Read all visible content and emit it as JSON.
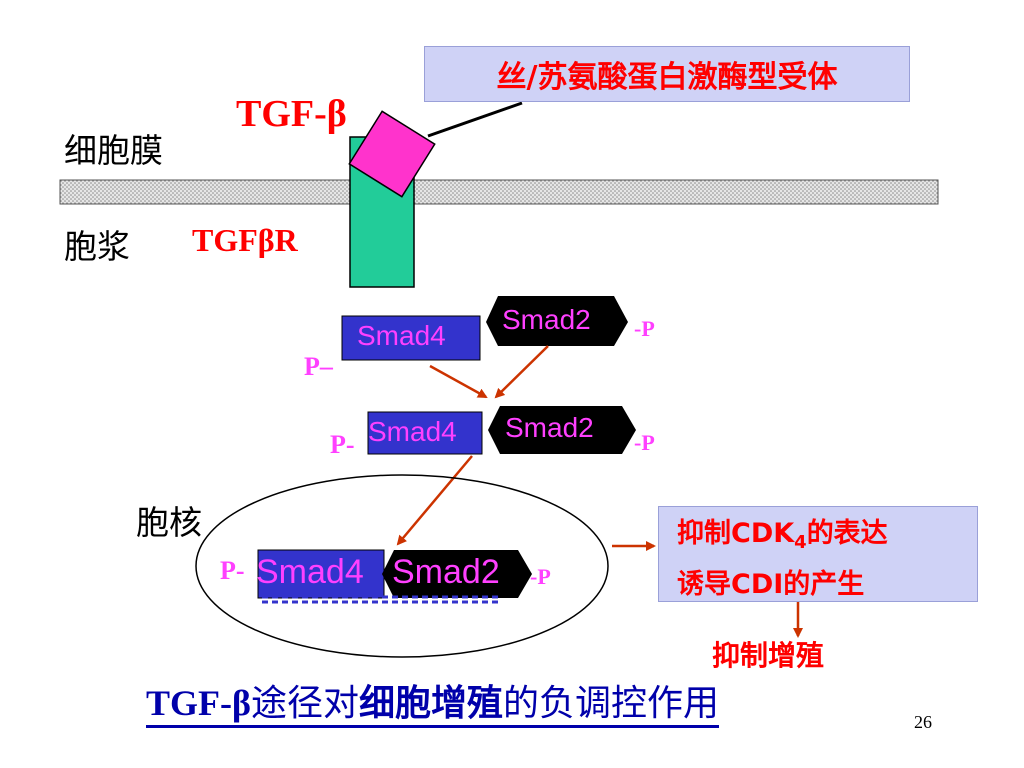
{
  "receptor_type_label": "丝/苏氨酸蛋白激酶型受体",
  "ligand_label": "TGF-β",
  "membrane_label": "细胞膜",
  "cytoplasm_label": "胞浆",
  "receptor_name": "TGFβR",
  "nucleus_label": "胞核",
  "smad4_label": "Smad4",
  "smad2_label": "Smad2",
  "phospho_left": "P–",
  "phospho_left_dash": "P-",
  "phospho_right": "-P",
  "effect_line1_prefix": "抑制CDK",
  "effect_line1_sub": "4",
  "effect_line1_suffix": "的表达",
  "effect_line2": "诱导CDI的产生",
  "effect_line3": "抑制增殖",
  "title_part1": "TGF-β",
  "title_part2": "途径对",
  "title_part3": "细胞增殖",
  "title_part4": "的负调控作用",
  "page_number": "26",
  "colors": {
    "membrane": "#cccccc",
    "receptor": "#22cc99",
    "ligand": "#ff33cc",
    "smad4": "#3333cc",
    "smad2": "#000000",
    "arrow": "#cc3300",
    "highlight_text": "#ff0000",
    "phospho_text": "#ff40ff",
    "label_box": "#cfd2f6",
    "title": "#0000aa"
  }
}
